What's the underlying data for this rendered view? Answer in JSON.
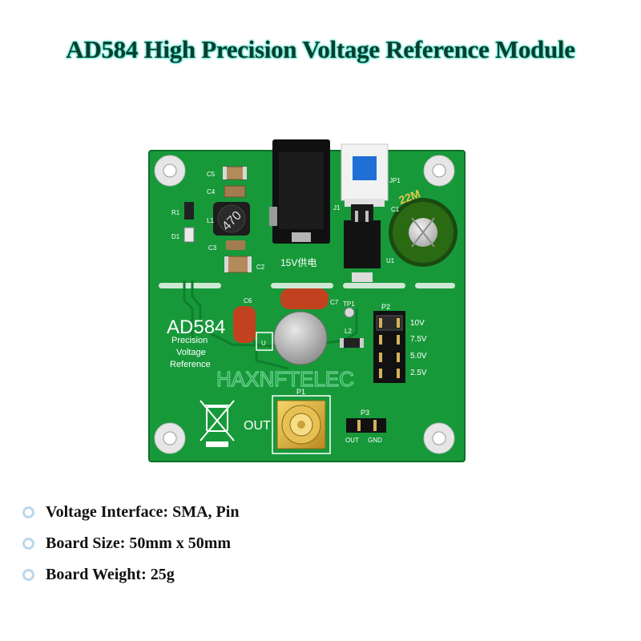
{
  "title": "AD584 High Precision Voltage Reference Module",
  "board": {
    "silk_main": "AD584",
    "silk_sub": [
      "Precision",
      "Voltage",
      "Reference"
    ],
    "watermark": "HAXNFTELEC",
    "power_label": "15V供电",
    "out_label": "OUT",
    "p1_label": "P1",
    "p2_label": "P2",
    "p3_label": "P3",
    "p3_pins": [
      "OUT",
      "GND"
    ],
    "voltage_options": [
      "10V",
      "7.5V",
      "5.0V",
      "2.5V"
    ],
    "refdes": [
      "C5",
      "C4",
      "R1",
      "D1",
      "L1",
      "C3",
      "C2",
      "C6",
      "C7",
      "TP1",
      "L2",
      "U",
      "J1",
      "JP1",
      "U1",
      "C1"
    ],
    "inductor_marking": "470",
    "cap_marking": "22M",
    "colors": {
      "pcb": "#17993a",
      "silkscreen": "#ffffff",
      "cap_orange": "#c2411e",
      "button_blue": "#1f6fd6"
    }
  },
  "specs": [
    "Voltage Interface: SMA,  Pin",
    "Board Size: 50mm x 50mm",
    "Board Weight: 25g"
  ]
}
